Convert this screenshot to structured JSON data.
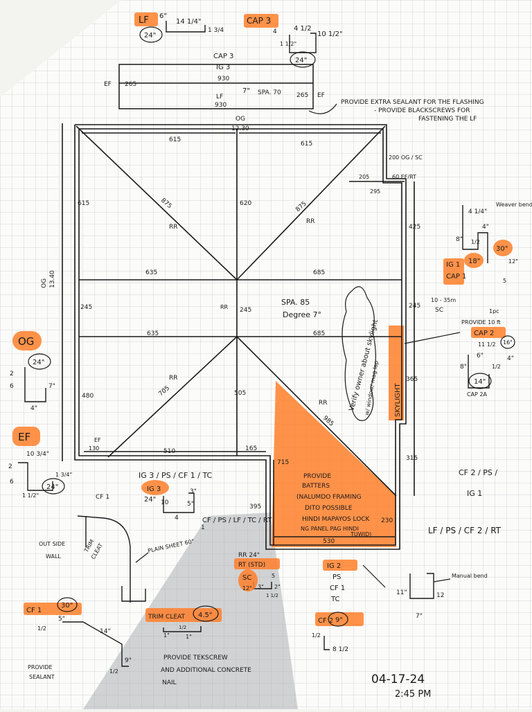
{
  "header": {
    "lf_tag": "LF",
    "lf_gauge": "24\"",
    "lf_dims": [
      "6\"",
      "14 1/4\"",
      "1 3/4"
    ],
    "cap3_tag": "CAP 3",
    "cap3_gauge": "24\"",
    "cap3_dims": [
      "4 1/2",
      "10 1/2\"",
      "4",
      "1 1/2\""
    ]
  },
  "top_panel": {
    "line1": "CAP 3",
    "line2": "IG 3",
    "top_len": "930",
    "ef_left": "EF",
    "left_val": "265",
    "mid": "7\"",
    "spa": "SPA. 70",
    "lf_label": "LF",
    "lf_len": "930",
    "right_val": "265",
    "ef_right": "EF"
  },
  "notes": {
    "flashing_1": "PROVIDE EXTRA SEALANT FOR THE FLASHING",
    "flashing_2": "- PROVIDE BLACKSCREWS FOR",
    "flashing_3": "FASTENING THE LF",
    "verify": "Verify owner about skylight",
    "verify2": "w/ window/ mag lap",
    "skylight": "SKYLIGHT",
    "provide_batters": [
      "PROVIDE",
      "BATTERS",
      "(NALUMDO FRAMING",
      "DITO POSSIBLE",
      "HINDI MAPAYOS LOCK",
      "NG PANEL PAG HINDI",
      "TUWID)"
    ],
    "tekscrew": [
      "PROVIDE TEKSCREW",
      "AND ADDITIONAL CONCRETE",
      "NAIL"
    ],
    "date": "04-17-24",
    "time": "2:45 PM"
  },
  "plan": {
    "og_top": "OG",
    "og_top_val": "12.30",
    "top_left": "615",
    "top_right": "615",
    "left_top": "615",
    "hip_left": "875",
    "rr1": "RR",
    "ridge_top": "620",
    "hip_right": "875",
    "rr2": "RR",
    "right_og": "200 OG / SC",
    "right_ef": "60 EF/RT",
    "v205": "205",
    "v295": "295",
    "v425": "425",
    "h635_top": "635",
    "h685_top": "685",
    "og_left": "OG",
    "og_left_val": "13.40",
    "l245": "245",
    "rr_c": "RR",
    "c245": "245",
    "spa": "SPA. 85",
    "degree": "Degree 7°",
    "r245": "245",
    "sc_val": "10 - 35m",
    "sc": "SC",
    "h635_bot": "635",
    "h685_bot": "685",
    "r365": "365",
    "rr3": "RR",
    "v705": "705",
    "v505": "505",
    "l480": "480",
    "rr4": "RR",
    "v985": "985",
    "ef_bot": "EF",
    "ef_bot_val": "130",
    "b510": "510",
    "b165": "165",
    "v715": "715",
    "r315": "315",
    "v395": "395",
    "v230": "230",
    "b530": "530"
  },
  "left_side": {
    "og_tag": "OG",
    "og_gauge": "24\"",
    "og_dims": [
      "2",
      "6",
      "7\"",
      "4\""
    ],
    "ef_tag": "EF",
    "ef_gauge": "24\"",
    "ef_dims": [
      "10 3/4\"",
      "2",
      "6",
      "1 3/4\"",
      "1 1/2\""
    ]
  },
  "right_side": {
    "weaver": "Weaver bend",
    "cap1_dims": [
      "4 1/4\"",
      "4\"",
      "8\"",
      "1/2",
      "12\"",
      "5"
    ],
    "cap1_gauge": "30\"",
    "ig1_tag": "IG 1",
    "ig1_gauge": "18\"",
    "cap1_tag": "CAP 1",
    "provide_10ft_1": "1pc",
    "provide_10ft_2": "PROVIDE 10 ft",
    "cap2_tag": "CAP 2",
    "cap2_dims": [
      "11 1/2",
      "6\"",
      "4\"",
      "8\"",
      "1/2"
    ],
    "cap2_gauge_top": "16\"",
    "cap2_gauge": "14\"",
    "cap2_label": "CAP 2A",
    "cf2_line": "CF 2 / PS /",
    "ig1_line": "IG 1",
    "lf_line": "LF / PS / CF 2 / RT"
  },
  "bottom": {
    "ig3_line": "IG 3 / PS / CF 1 / TC",
    "ig3_tag": "IG 3",
    "ig3_gauge": "24\"",
    "ig3_dims": [
      "10",
      "3\"",
      "5\"",
      "4"
    ],
    "cf_line": "CF / PS / LF / TC / RT",
    "cf_line_prefix": "1",
    "cf1_label": "CF 1",
    "outside_wall": [
      "OUT SIDE",
      "WALL"
    ],
    "trim_cleat": [
      "TRIM",
      "CLEAT"
    ],
    "plain_sheet": "PLAIN SHEET 60\"",
    "rr_tag": "RR 24\"",
    "rt_tag": "RT (STD)",
    "sc_tag": "SC",
    "sc_gauge": "12\"",
    "sc_dims": [
      "5",
      "3\"",
      "2\"",
      "1 1/2"
    ],
    "ig2_tag": "IG 2",
    "ig2_list": [
      "PS",
      "CF 1",
      "TC"
    ],
    "manual_bend": "Manual bend",
    "ig2_dims": [
      "11\"",
      "12",
      "7\""
    ],
    "cf1_tag": "CF 1",
    "cf1_gauge": "30\"",
    "cf1_dims": [
      "5\"",
      "1/2",
      "14\"",
      "9\"",
      "1/2"
    ],
    "provide_sealant": [
      "PROVIDE",
      "SEALANT"
    ],
    "trim_cleat_tag": "TRIM CLEAT",
    "trim_cleat_gauge": "4.5\"",
    "trim_dims": [
      "1/2",
      "1\"",
      "1\""
    ],
    "cf2_tag": "CF 2",
    "cf2_gauge": "9\"",
    "cf2_dims": [
      "1/2",
      "8 1/2"
    ]
  }
}
